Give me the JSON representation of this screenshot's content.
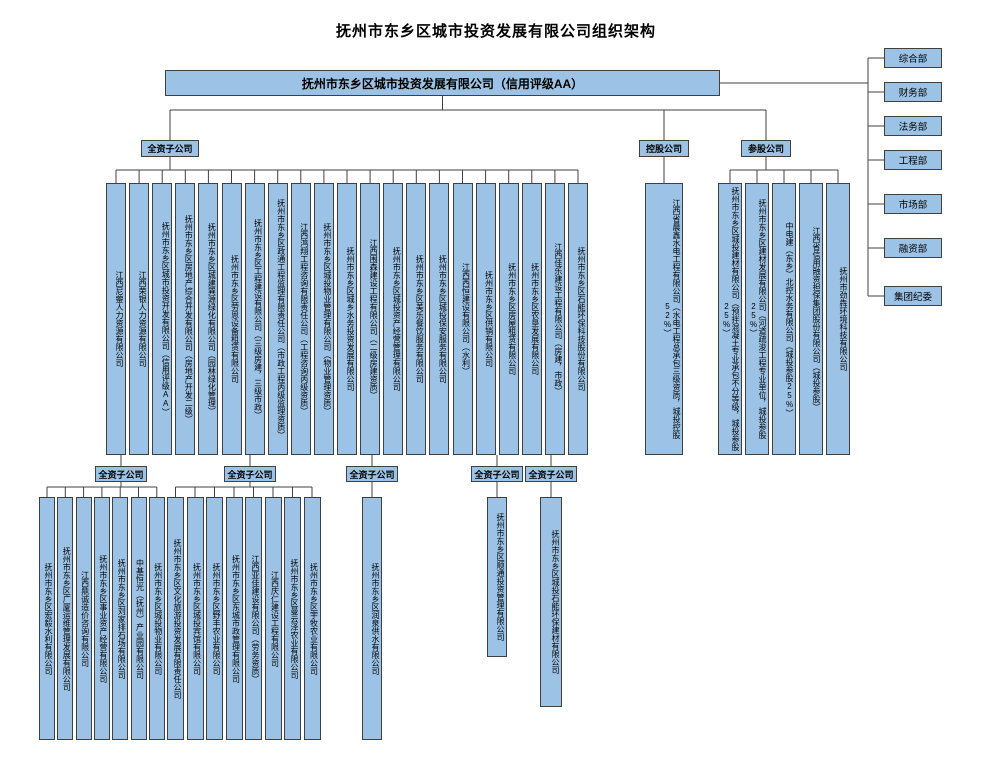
{
  "meta": {
    "title": "抚州市东乡区城市投资发展有限公司组织架构"
  },
  "root": {
    "label": "抚州市东乡区城市投资发展有限公司（信用评级AA）"
  },
  "departments": [
    "综合部",
    "财务部",
    "法务部",
    "工程部",
    "市场部",
    "融资部",
    "集团纪委"
  ],
  "tier1_groups": [
    {
      "label": "全资子公司",
      "companies": [
        "江西尼蓥人力资源有限公司",
        "江西荣银人力资源有限公司",
        "抚州市东乡区城市投资开发有限公司（信用评级AA）",
        "抚州市东乡区房地产综合开发有限公司（房地产开发二级）",
        "抚州市东乡区城建巽源绿化有限公司（园林绿化管理）",
        "抚州市东乡区劳恩设备租赁有限公司",
        "抚州市东乡区工程建设有限公司（三级房建，三级市政）",
        "抚州市东乡区政通工程监理有限责任公司（市政工程丙级监理资质）",
        "江西鸿翔工程咨询有限责任公司（工程咨询丙级资质）",
        "抚州市东乡区城投物业管理有限公司（物业管理资质）",
        "抚州市东乡区城乡水务投资发展有限公司",
        "江西围森建设工程有限公司（二级房建资质）",
        "抚州市东乡区城投资产经营管理有限公司",
        "抚州市东乡区美乐餐饮服务有限公司",
        "抚州市东乡区城投保安服务有限公司",
        "江西西恒建设有限公司（水利）",
        "抚州市东乡区供销有限公司",
        "抚州市东乡区房屋租赁有限公司",
        "抚州市东乡区农垦发展有限公司",
        "江西佳乐建设工程有限公司（房建，市政）",
        "抚州市东乡区石能环保科技股份有限公司"
      ]
    },
    {
      "label": "控股公司",
      "companies": [
        "江西省晨鑫水电工程有限公司（水电工程总承包三级资质，城投控股52%）"
      ]
    },
    {
      "label": "参股公司",
      "companies": [
        "抚州市东乡区城投建材有限公司（预拌混凝土专业承包不分等级，城投参股25%）",
        "抚州市东乡区建材发展有限公司（河道疏浚工程专业单位，城投参股25%）",
        "中电建（东乡）北控水务有限公司（城投参股25%）",
        "江西省信用融资担保集团股份有限公司（城投参股）",
        "抚州市劲犇环境科技有限公司"
      ]
    }
  ],
  "tier2_groups": [
    {
      "label": "全资子公司",
      "companies": [
        "抚州市东乡区宏毅水利有限公司",
        "抚州市东乡区广厦运维管理发展有限公司",
        "江西鼎诚造价咨询有限公司",
        "抚州市东乡区事业资产经营有限公司",
        "抚州市东乡区刘家排石场有限公司",
        "中基恒光（抚州）产业园有限公司",
        "抚州市东乡区城投物业有限公司"
      ]
    },
    {
      "label": "全资子公司",
      "companies": [
        "抚州市东乡区文化旅游投资发展有限责任公司",
        "抚州市东乡区城投宾馆有限公司",
        "抚州市东乡区野丰农业有限公司",
        "抚州市东乡区东城市政管理有限公司",
        "江西亚佳建设有限公司（劳务资质）",
        "江西庆仁建设工程有限公司",
        "抚州市东乡区曼云泽农业有限公司",
        "抚州市东乡区宇牧农业有限公司"
      ]
    },
    {
      "label": "全资子公司",
      "companies": [
        "抚州市东乡区润泉供水有限公司"
      ]
    },
    {
      "label": "全资子公司",
      "companies": [
        "抚州市东乡区顺通投资管理有限公司"
      ]
    },
    {
      "label": "全资子公司",
      "companies": [
        "抚州市东乡区城投石能环保建材有限公司"
      ]
    }
  ],
  "colors": {
    "box_fill": "#9cc3e6",
    "box_border": "#404040",
    "line": "#404040"
  }
}
